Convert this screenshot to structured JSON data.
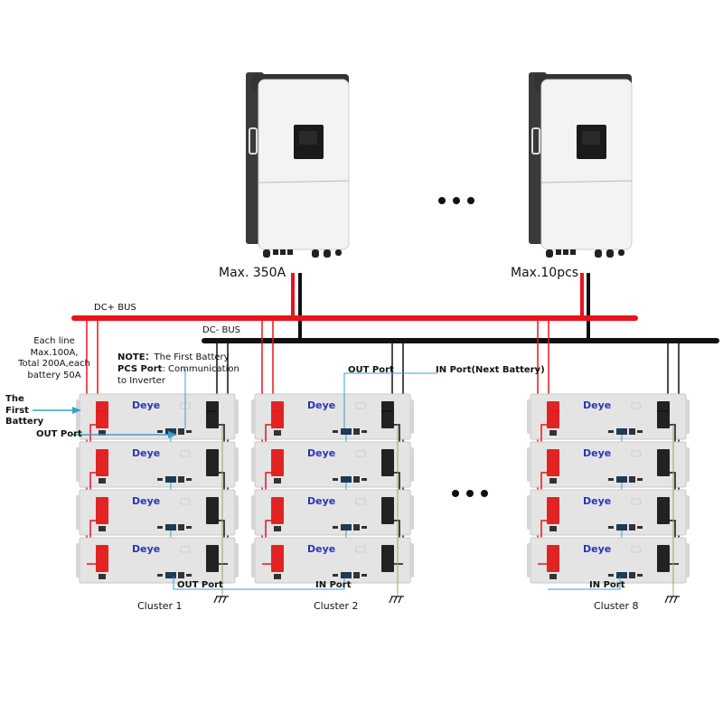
{
  "inverters": [
    {
      "label": "Max. 350A"
    },
    {
      "label": "Max.10pcs"
    }
  ],
  "ellipsis": "•••",
  "bus": {
    "dc_plus": "DC+  BUS",
    "dc_minus": "DC-  BUS"
  },
  "notes": {
    "each_line": [
      "Each line",
      "Max.100A,",
      "Total 200A,each",
      "battery 50A"
    ],
    "first_battery": [
      "The",
      "First",
      "Battery"
    ],
    "out_port_left": "OUT Port",
    "note_title": "NOTE：",
    "note_text": "The First Battery",
    "pcs_title": "PCS Port",
    "pcs_text": ": Communication",
    "pcs_text2": "to Inverter",
    "out_port_top": "OUT Port",
    "in_port_next": "IN Port(Next Battery)"
  },
  "battery_brand": "Deye",
  "clusters": [
    {
      "name": "Cluster 1",
      "port_label": "OUT Port"
    },
    {
      "name": "Cluster 2",
      "port_label": "IN Port"
    },
    {
      "name": "Cluster 8",
      "port_label": "IN Port"
    }
  ],
  "colors": {
    "dc_plus": "#e8141b",
    "dc_minus": "#111111",
    "comm": "#3aa0c8",
    "brand": "#2a35b8",
    "pos_terminal": "#e02424",
    "neg_terminal": "#222222"
  }
}
